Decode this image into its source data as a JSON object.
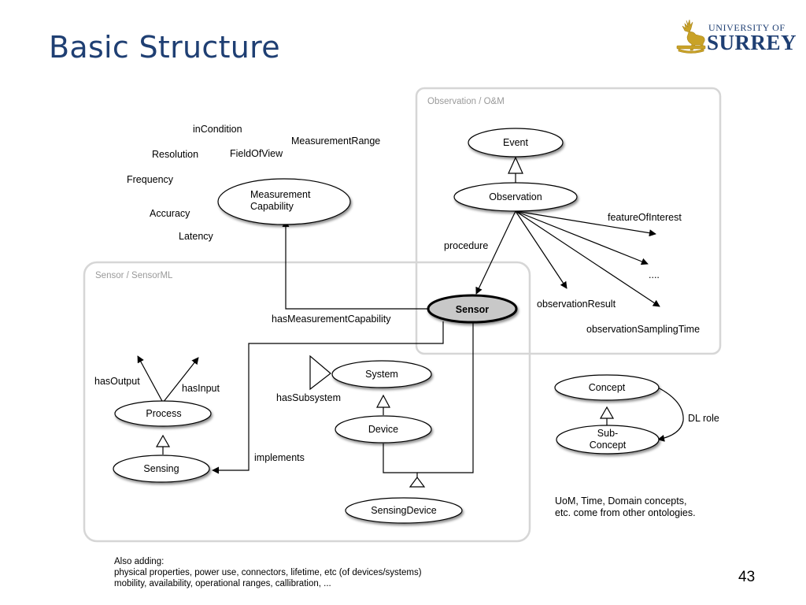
{
  "slide": {
    "title": "Basic Structure",
    "logo": {
      "line1": "UNIVERSITY OF",
      "line2": "SURREY"
    },
    "page_number": "43",
    "footer": {
      "line1": "Also adding:",
      "line2": "physical properties, power use, connectors, lifetime, etc (of devices/systems)",
      "line3": "mobility, availability, operational ranges, callibration, ..."
    }
  },
  "diagram": {
    "groups": {
      "observation": "Observation / O&M",
      "sensor": "Sensor / SensorML"
    },
    "nodes": {
      "event": "Event",
      "observation": "Observation",
      "measurement_capability_line1": "Measurement",
      "measurement_capability_line2": "Capability",
      "sensor": "Sensor",
      "process": "Process",
      "sensing": "Sensing",
      "system": "System",
      "device": "Device",
      "sensing_device": "SensingDevice",
      "concept": "Concept",
      "sub_concept_line1": "Sub-",
      "sub_concept_line2": "Concept"
    },
    "labels": {
      "in_condition": "inCondition",
      "measurement_range": "MeasurementRange",
      "resolution": "Resolution",
      "field_of_view": "FieldOfView",
      "frequency": "Frequency",
      "accuracy": "Accuracy",
      "latency": "Latency",
      "feature_of_interest": "featureOfInterest",
      "procedure": "procedure",
      "ellipsis": "....",
      "observation_result": "observationResult",
      "observation_sampling_time": "observationSamplingTime",
      "has_measurement_capability": "hasMeasurementCapability",
      "has_output": "hasOutput",
      "has_input": "hasInput",
      "has_subsystem": "hasSubsystem",
      "implements": "implements",
      "dl_role": "DL role",
      "note_line1": "UoM, Time, Domain concepts,",
      "note_line2": "etc. come from other ontologies."
    }
  }
}
